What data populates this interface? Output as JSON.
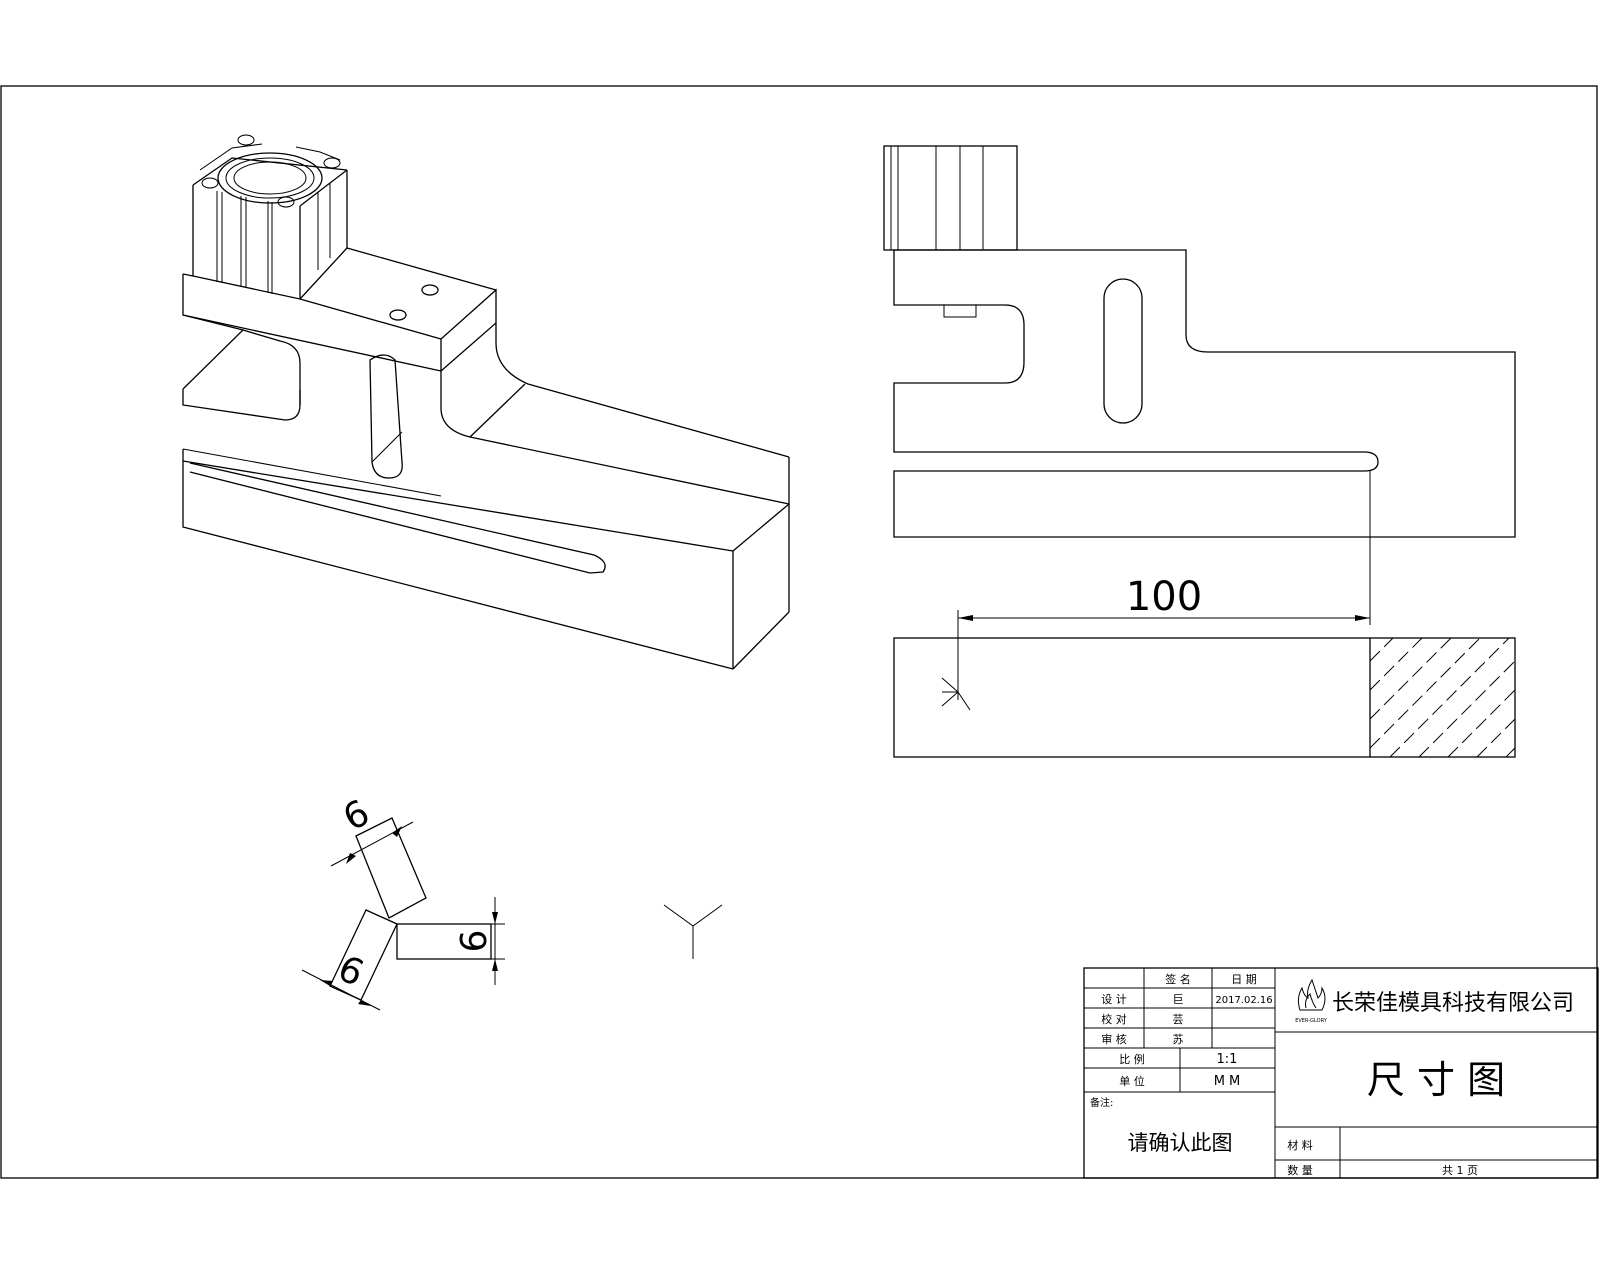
{
  "dimensions": {
    "length": "100",
    "weld_leg_1": "6",
    "weld_leg_2": "6",
    "weld_leg_3": "6"
  },
  "title_block": {
    "header_sign": "签 名",
    "header_date": "日 期",
    "row_design": "设 计",
    "design_initial": "巨",
    "design_date": "2017.02.16",
    "row_check": "校 对",
    "check_initial": "芸",
    "row_review": "审 核",
    "review_initial": "苏",
    "row_scale": "比 例",
    "scale_value": "1:1",
    "row_unit": "单 位",
    "unit_value": "M M",
    "remark_label": "备注:",
    "remark_text": "请确认此图",
    "logo_text": "EVER-GLORY",
    "company_name": "长荣佳模具科技有限公司",
    "drawing_title": "尺 寸 图",
    "row_material": "材 料",
    "row_quantity": "数 量",
    "sheet_info": "共 1 页"
  }
}
